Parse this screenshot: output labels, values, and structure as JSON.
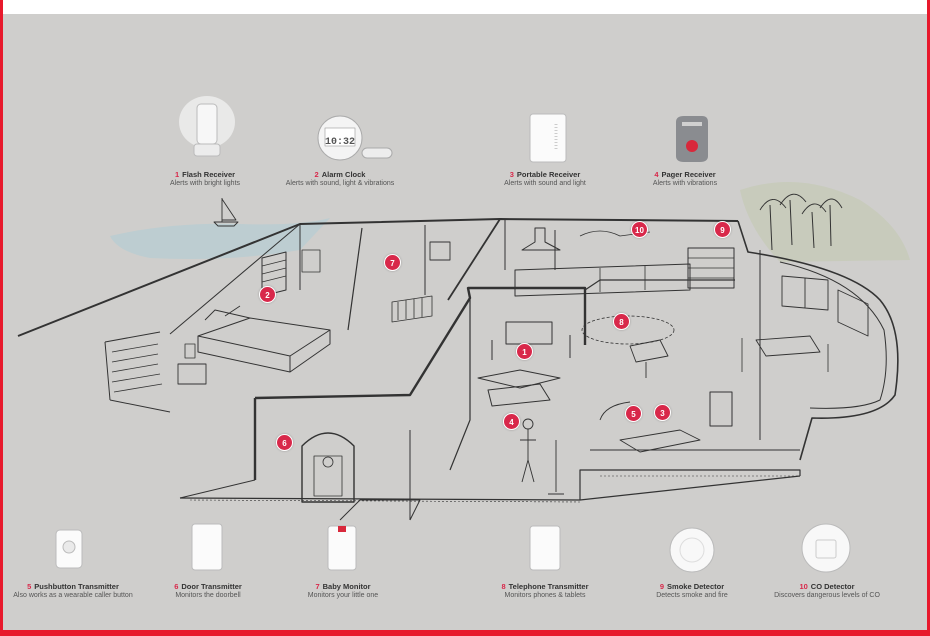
{
  "colors": {
    "accent": "#d8284a",
    "frame": "#e8192c",
    "background": "#cfcecc"
  },
  "devices": [
    {
      "num": "1",
      "title": "Flash Receiver",
      "desc": "Alerts with bright lights",
      "icon": "flash-receiver-icon"
    },
    {
      "num": "2",
      "title": "Alarm Clock",
      "desc": "Alerts with sound, light & vibrations",
      "icon": "alarm-clock-icon"
    },
    {
      "num": "3",
      "title": "Portable Receiver",
      "desc": "Alerts with sound and light",
      "icon": "portable-receiver-icon"
    },
    {
      "num": "4",
      "title": "Pager Receiver",
      "desc": "Alerts with vibrations",
      "icon": "pager-receiver-icon"
    },
    {
      "num": "5",
      "title": "Pushbutton Transmitter",
      "desc": "Also works as a wearable caller button",
      "icon": "pushbutton-transmitter-icon"
    },
    {
      "num": "6",
      "title": "Door Transmitter",
      "desc": "Monitors the doorbell",
      "icon": "door-transmitter-icon"
    },
    {
      "num": "7",
      "title": "Baby Monitor",
      "desc": "Monitors your little one",
      "icon": "baby-monitor-icon"
    },
    {
      "num": "8",
      "title": "Telephone Transmitter",
      "desc": "Monitors phones & tablets",
      "icon": "telephone-transmitter-icon"
    },
    {
      "num": "9",
      "title": "Smoke Detector",
      "desc": "Detects smoke and fire",
      "icon": "smoke-detector-icon"
    },
    {
      "num": "10",
      "title": "CO Detector",
      "desc": "Discovers dangerous levels of CO",
      "icon": "co-detector-icon"
    }
  ],
  "clock_display": "10:32",
  "markers": [
    "1",
    "2",
    "3",
    "4",
    "5",
    "6",
    "7",
    "8",
    "9",
    "10"
  ]
}
